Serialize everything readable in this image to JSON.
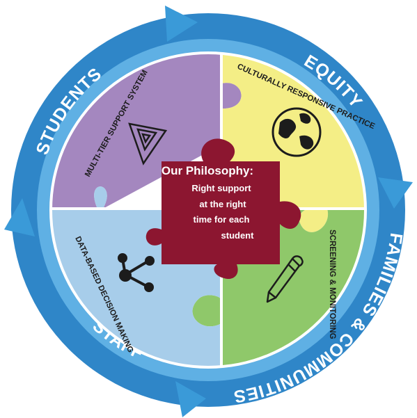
{
  "ring": {
    "labels": {
      "students": "STUDENTS",
      "equity": "EQUITY",
      "families": "FAMILIES & COMMUNITIES",
      "staff": "STAFF"
    },
    "colors": {
      "outer": "#2f86c8",
      "inner": "#5fb0e4"
    }
  },
  "quadrants": {
    "multi_tier": {
      "label": "MULTI-TIER SUPPORT SYSTEM",
      "icon": "triangle-icon",
      "color": "#a487bf"
    },
    "culturally": {
      "label": "CULTURALLY RESPONSIVE PRACTICE",
      "icon": "globe-icon",
      "color": "#f4ee86"
    },
    "screening": {
      "label": "SCREENING & MONITORING",
      "icon": "pencil-icon",
      "color": "#8fc86a"
    },
    "data_based": {
      "label": "DATA-BASED DECISION MAKING",
      "icon": "network-icon",
      "color": "#a7cdea"
    }
  },
  "center": {
    "title": "Our Philosophy:",
    "line1": "Right support",
    "line2": "at the right",
    "line3": "time for each",
    "line4": "student",
    "color": "#8c1630"
  }
}
